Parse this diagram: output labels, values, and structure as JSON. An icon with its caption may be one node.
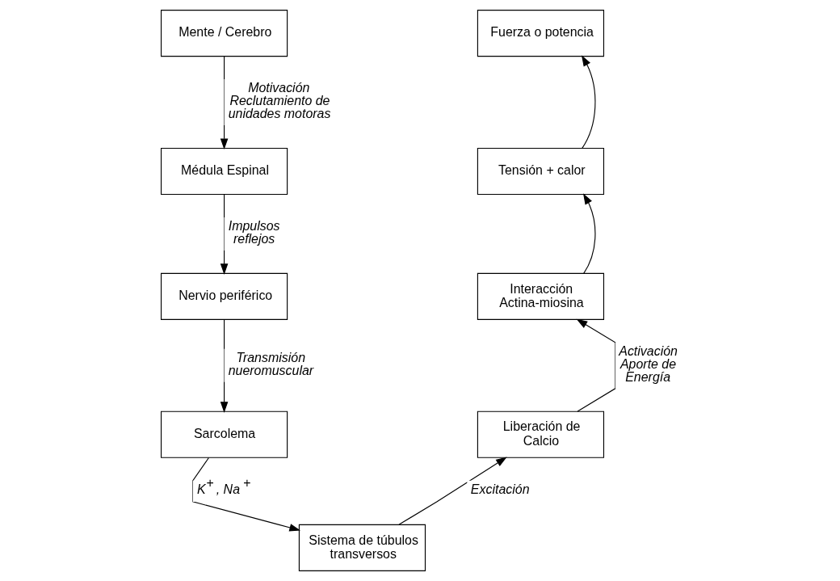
{
  "diagram": {
    "nodes": [
      {
        "text": [
          "Mente / Cerebro"
        ]
      },
      {
        "text": [
          "Médula Espinal"
        ]
      },
      {
        "text": [
          "Nervio periférico"
        ]
      },
      {
        "text": [
          "Sarcolema"
        ]
      },
      {
        "text": [
          "Sistema de túbulos transversos"
        ]
      },
      {
        "text": [
          "Liberación de Calcio"
        ]
      },
      {
        "text": [
          "Interacción Actina-miosina"
        ]
      },
      {
        "text": [
          "Tensión + calor"
        ]
      },
      {
        "text": [
          "Fuerza o potencia"
        ]
      }
    ],
    "edges": [
      {
        "from": 0,
        "to": 1,
        "arrow": "to",
        "label": "Motivación Reclutamiento de unidades motoras"
      },
      {
        "from": 1,
        "to": 2,
        "arrow": "to",
        "label": "Impulsos reflejos"
      },
      {
        "from": 2,
        "to": 3,
        "arrow": "to",
        "label": "Transmisión nueromuscular"
      },
      {
        "from": 3,
        "to": 4,
        "arrow": "to",
        "label": "K$^{+}$ , Na $^{+}$"
      },
      {
        "from": 4,
        "to": 5,
        "arrow": "to",
        "label": "Excitación"
      },
      {
        "from": 5,
        "to": 6,
        "arrow": "to",
        "label": "Activación Aporte de Energía"
      },
      {
        "from": 6,
        "to": 7,
        "arrow": "to"
      },
      {
        "from": 7,
        "to": 8,
        "arrow": "to"
      }
    ]
  }
}
